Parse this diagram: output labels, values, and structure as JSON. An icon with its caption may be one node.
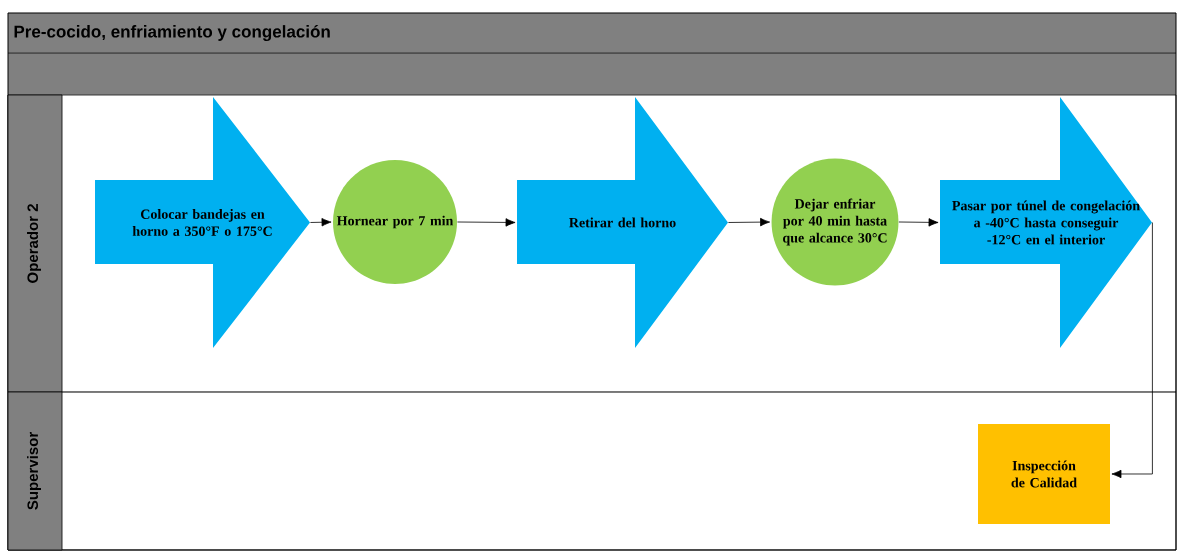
{
  "diagram": {
    "nodes": [
      {
        "text": [
          "Pre-cocido, enfriamiento y congelación"
        ]
      },
      {
        "text": [
          "Operador 2"
        ],
        "in": 0
      },
      {
        "text": [
          "Supervisor"
        ],
        "in": 0
      },
      {
        "text": [
          "Colocar bandejas en horno a 350°F o 175°C"
        ],
        "in": 1
      },
      {
        "text": [
          "Hornear por 7 min"
        ],
        "in": 1
      },
      {
        "text": [
          "Retirar del horno"
        ],
        "in": 1
      },
      {
        "text": [
          "Dejar enfriar por 40 min hasta que alcance 30°C"
        ],
        "in": 1
      },
      {
        "text": [
          "Pasar por túnel de congelación a -40°C hasta conseguir -12°C en el interior"
        ],
        "in": 1
      },
      {
        "text": [
          "Inspección de Calidad"
        ],
        "in": 2
      }
    ],
    "edges": [
      {
        "from": 3,
        "to": 4,
        "arrow": "to"
      },
      {
        "from": 4,
        "to": 5,
        "arrow": "to"
      },
      {
        "from": 5,
        "to": 6,
        "arrow": "to"
      },
      {
        "from": 6,
        "to": 7,
        "arrow": "to"
      },
      {
        "from": 7,
        "to": 8,
        "arrow": "to"
      }
    ]
  }
}
